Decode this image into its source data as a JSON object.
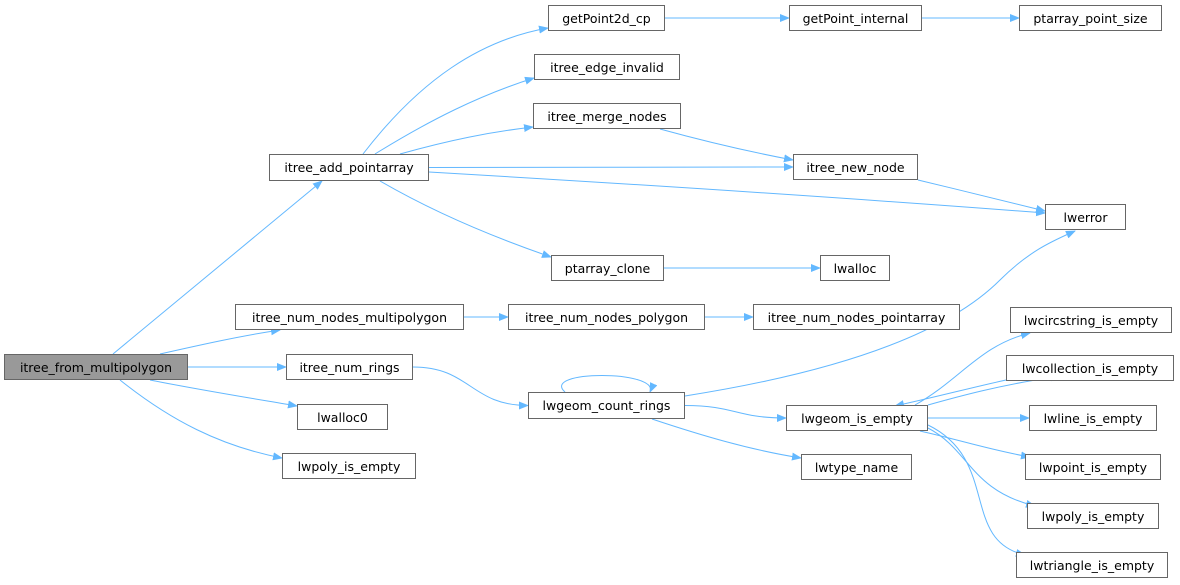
{
  "graph": {
    "title": "itree_from_multipolygon call graph",
    "edge_color": "#63b8ff",
    "root_fill": "#999999",
    "nodes": [
      {
        "label": "itree_from_multipolygon",
        "root": true
      },
      {
        "label": "itree_add_pointarray"
      },
      {
        "label": "getPoint2d_cp"
      },
      {
        "label": "getPoint_internal"
      },
      {
        "label": "ptarray_point_size"
      },
      {
        "label": "itree_edge_invalid"
      },
      {
        "label": "itree_merge_nodes"
      },
      {
        "label": "itree_new_node"
      },
      {
        "label": "lwerror"
      },
      {
        "label": "ptarray_clone"
      },
      {
        "label": "lwalloc"
      },
      {
        "label": "itree_num_nodes_multipolygon"
      },
      {
        "label": "itree_num_nodes_polygon"
      },
      {
        "label": "itree_num_nodes_pointarray"
      },
      {
        "label": "itree_num_rings"
      },
      {
        "label": "lwalloc0"
      },
      {
        "label": "lwpoly_is_empty"
      },
      {
        "label": "lwgeom_count_rings"
      },
      {
        "label": "lwgeom_is_empty"
      },
      {
        "label": "lwtype_name"
      },
      {
        "label": "lwcircstring_is_empty"
      },
      {
        "label": "lwcollection_is_empty"
      },
      {
        "label": "lwline_is_empty"
      },
      {
        "label": "lwpoint_is_empty"
      },
      {
        "label": "lwpoly_is_empty"
      },
      {
        "label": "lwtriangle_is_empty"
      }
    ],
    "edges": [
      [
        0,
        1
      ],
      [
        0,
        11
      ],
      [
        0,
        14
      ],
      [
        0,
        15
      ],
      [
        0,
        16
      ],
      [
        1,
        2
      ],
      [
        1,
        5
      ],
      [
        1,
        6
      ],
      [
        1,
        7
      ],
      [
        1,
        8
      ],
      [
        1,
        9
      ],
      [
        2,
        3
      ],
      [
        3,
        4
      ],
      [
        6,
        7
      ],
      [
        7,
        8
      ],
      [
        9,
        10
      ],
      [
        11,
        12
      ],
      [
        12,
        13
      ],
      [
        14,
        17
      ],
      [
        17,
        17
      ],
      [
        17,
        8
      ],
      [
        17,
        18
      ],
      [
        17,
        19
      ],
      [
        18,
        20
      ],
      [
        18,
        21
      ],
      [
        18,
        22
      ],
      [
        18,
        23
      ],
      [
        18,
        24
      ],
      [
        18,
        25
      ],
      [
        21,
        18
      ]
    ]
  }
}
